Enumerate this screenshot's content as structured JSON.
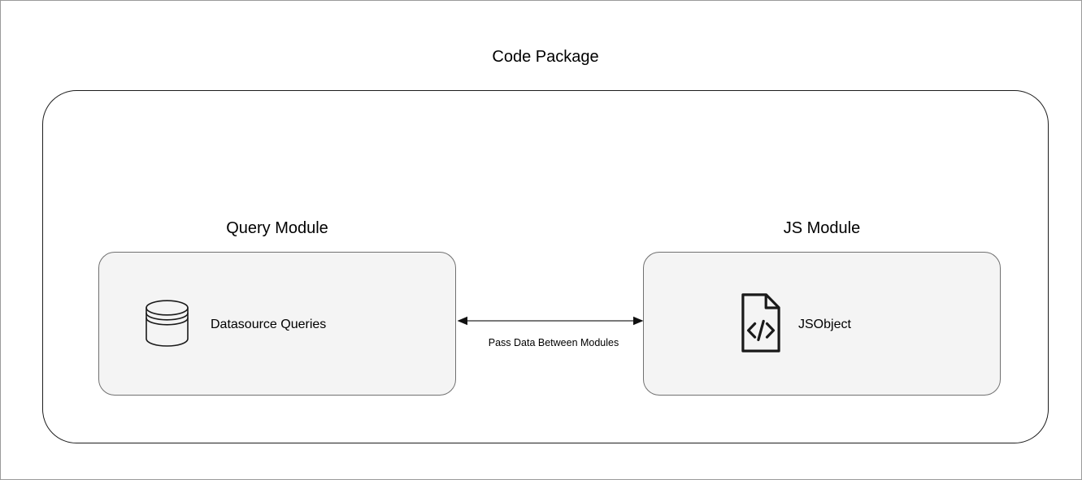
{
  "diagram": {
    "title": "Code Package",
    "container_name": "code-package-container",
    "colors": {
      "page_border": "#9a9a9a",
      "container_border": "#1d1d1d",
      "module_fill": "#f4f4f4",
      "module_border": "#707070",
      "text": "#000000",
      "connector": "#4d4d4d",
      "icon_stroke": "#1a1a1a"
    },
    "modules": [
      {
        "id": "query-module",
        "label": "Query Module",
        "node_label": "Datasource Queries",
        "icon": "database-cylinder-icon"
      },
      {
        "id": "js-module",
        "label": "JS Module",
        "node_label": "JSObject",
        "icon": "code-file-icon"
      }
    ],
    "connector": {
      "label": "Pass Data Between Modules",
      "style": "double-headed-arrow",
      "from": "Query Module",
      "to": "JS Module"
    }
  }
}
